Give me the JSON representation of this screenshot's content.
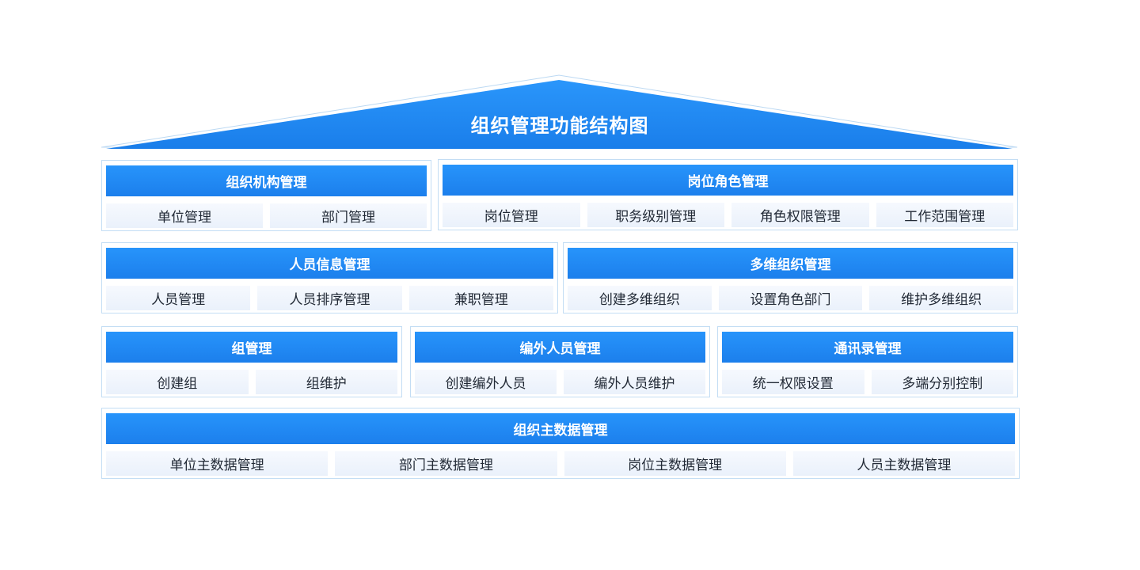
{
  "title": "组织管理功能结构图",
  "colors": {
    "primary": "#1c84f0",
    "header_top": "#2794fb",
    "header_bottom": "#1c7fec",
    "border": "#c3ddf4",
    "item_bg": "#eef4fc",
    "item_text": "#222a36"
  },
  "modules": [
    {
      "title": "组织机构管理",
      "items": [
        "单位管理",
        "部门管理"
      ]
    },
    {
      "title": "岗位角色管理",
      "items": [
        "岗位管理",
        "职务级别管理",
        "角色权限管理",
        "工作范围管理"
      ]
    },
    {
      "title": "人员信息管理",
      "items": [
        "人员管理",
        "人员排序管理",
        "兼职管理"
      ]
    },
    {
      "title": "多维组织管理",
      "items": [
        "创建多维组织",
        "设置角色部门",
        "维护多维组织"
      ]
    },
    {
      "title": "组管理",
      "items": [
        "创建组",
        "组维护"
      ]
    },
    {
      "title": "编外人员管理",
      "items": [
        "创建编外人员",
        "编外人员维护"
      ]
    },
    {
      "title": "通讯录管理",
      "items": [
        "统一权限设置",
        "多端分别控制"
      ]
    },
    {
      "title": "组织主数据管理",
      "items": [
        "单位主数据管理",
        "部门主数据管理",
        "岗位主数据管理",
        "人员主数据管理"
      ]
    }
  ]
}
